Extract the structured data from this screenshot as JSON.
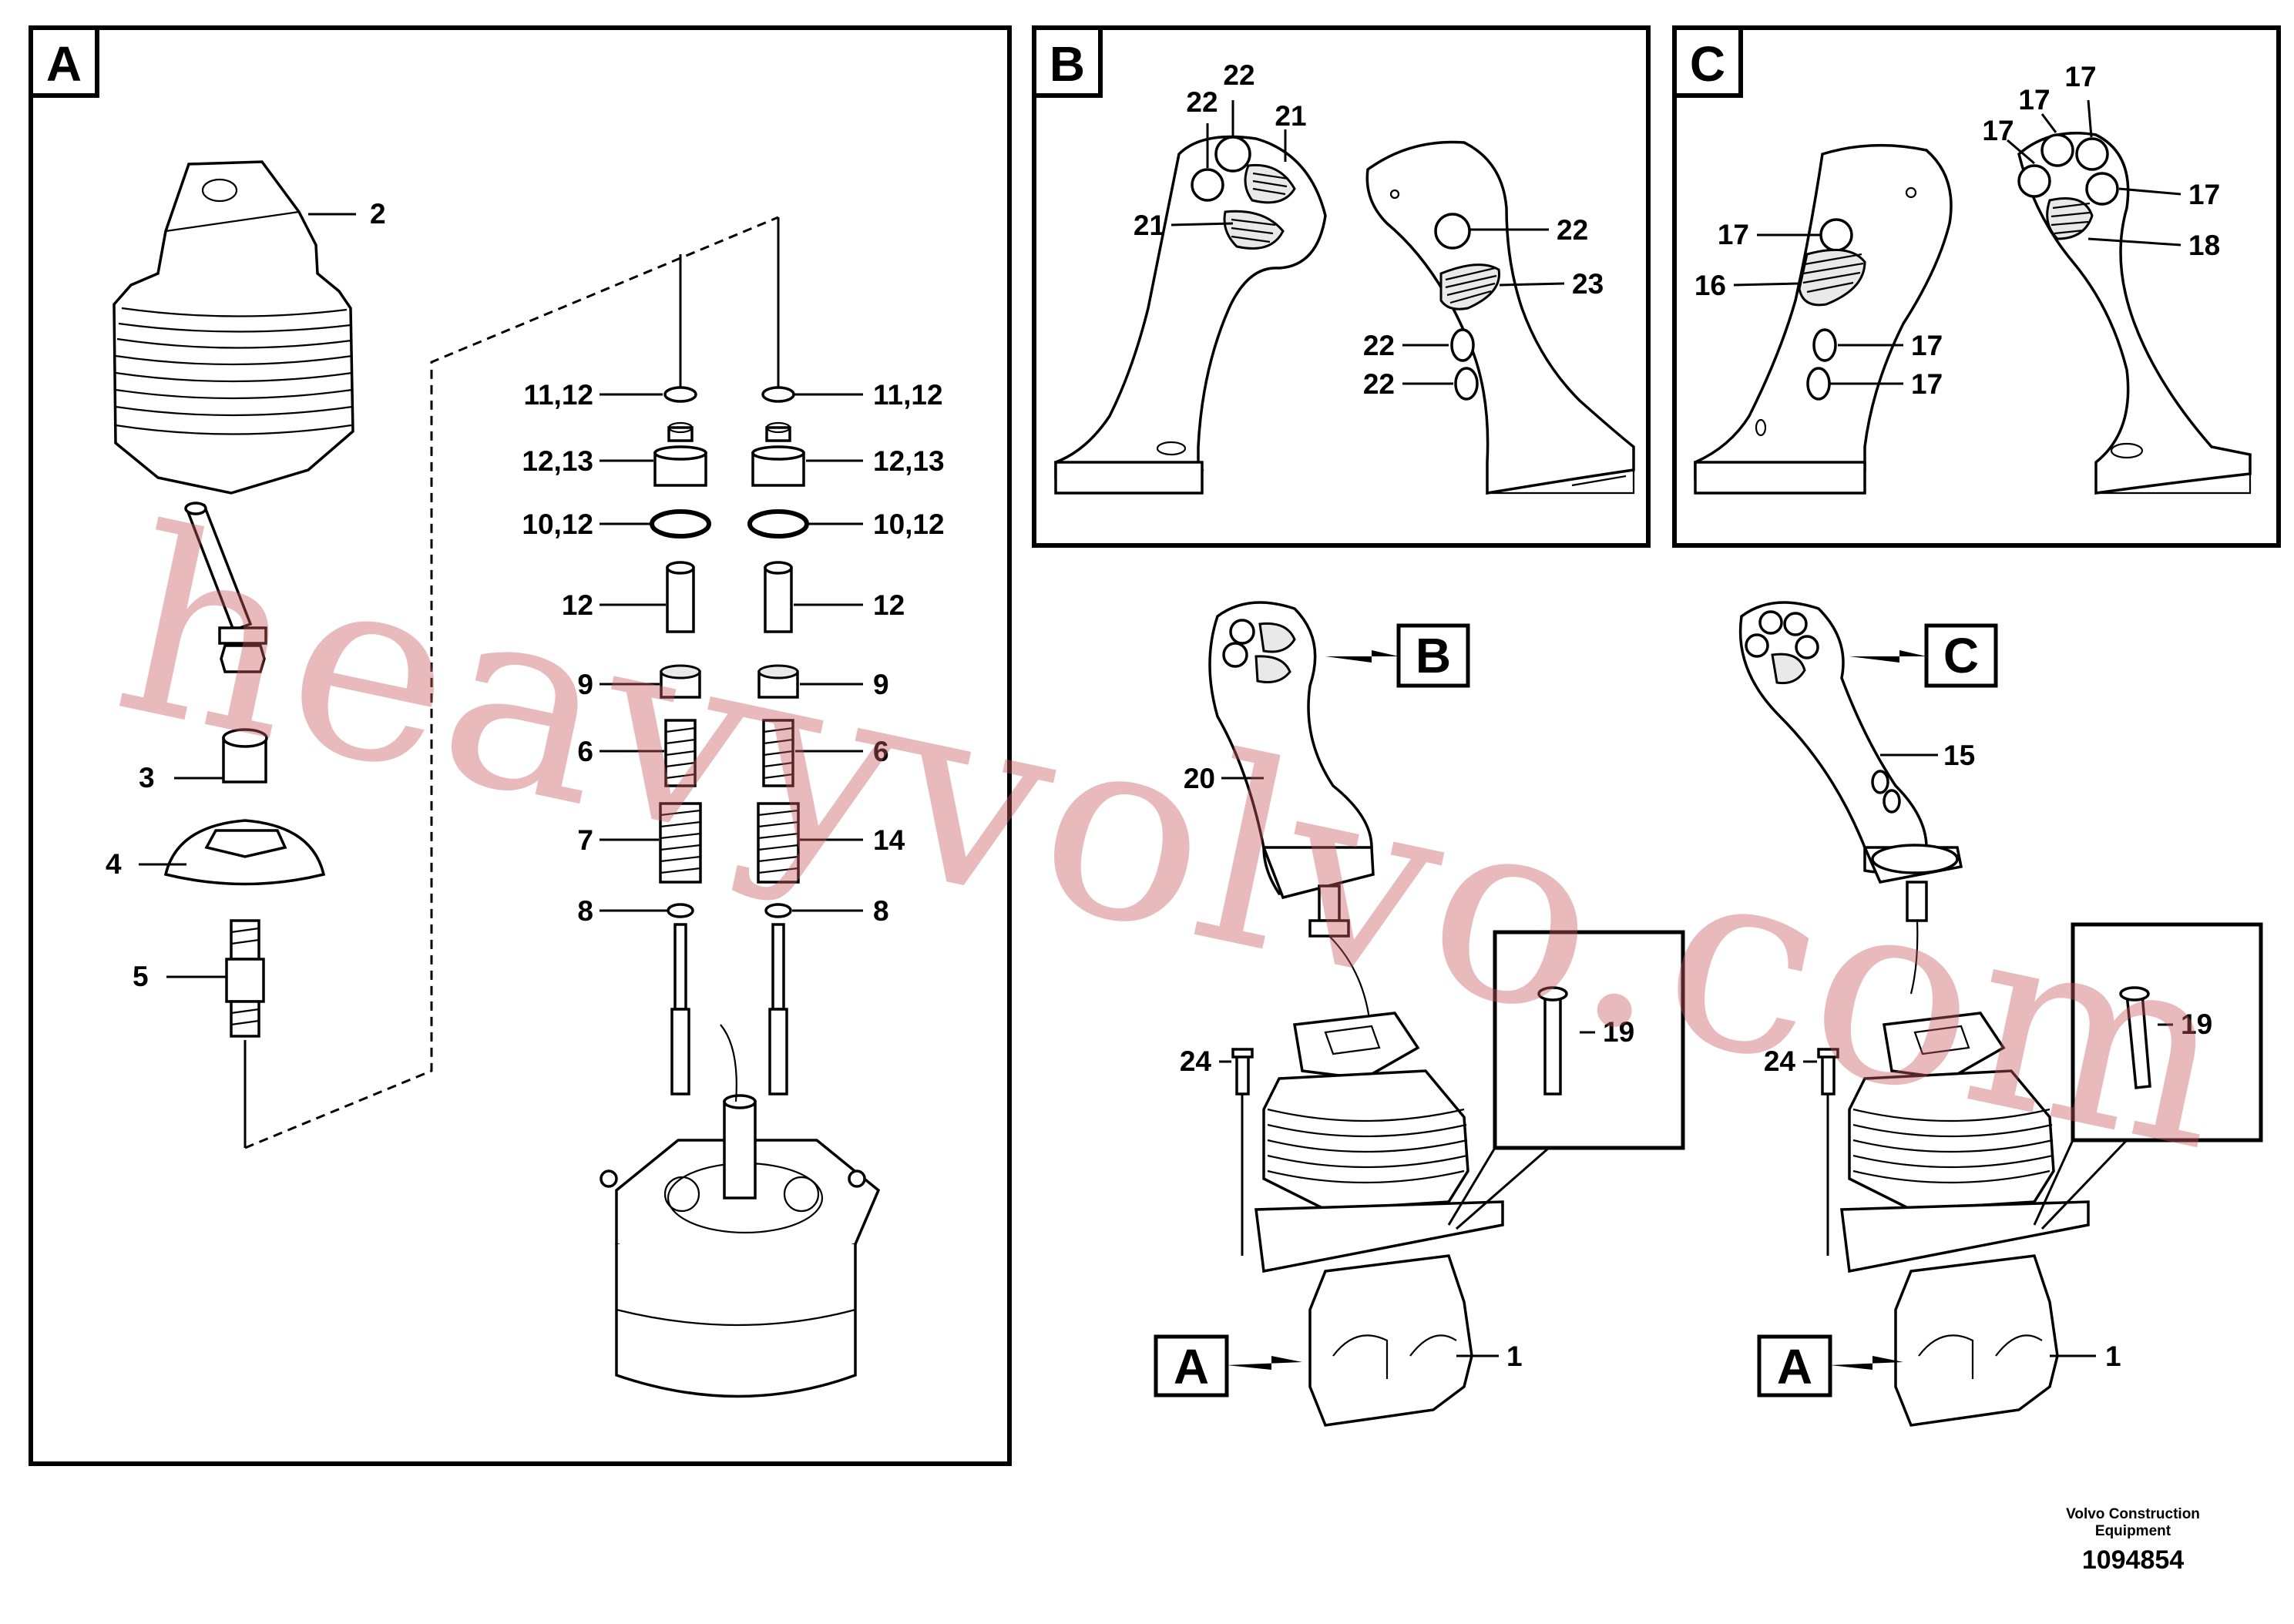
{
  "views": {
    "a": {
      "tag": "A"
    },
    "b": {
      "tag": "B"
    },
    "c": {
      "tag": "C"
    }
  },
  "callouts": {
    "a_2": "2",
    "a_3": "3",
    "a_4": "4",
    "a_5": "5",
    "a_11_12_l": "11,12",
    "a_12_13_l": "12,13",
    "a_10_12_l": "10,12",
    "a_12_l": "12",
    "a_9_l": "9",
    "a_6_l": "6",
    "a_7_l": "7",
    "a_8_l": "8",
    "a_11_12_r": "11,12",
    "a_12_13_r": "12,13",
    "a_10_12_r": "10,12",
    "a_12_r": "12",
    "a_9_r": "9",
    "a_6_r": "6",
    "a_14_r": "14",
    "a_8_r": "8",
    "b_22_a": "22",
    "b_22_b": "22",
    "b_21_a": "21",
    "b_21_b": "21",
    "b_22_c": "22",
    "b_23": "23",
    "b_22_d": "22",
    "b_22_e": "22",
    "c_17_a": "17",
    "c_17_b": "17",
    "c_17_c": "17",
    "c_17_d": "17",
    "c_17_e": "17",
    "c_18": "18",
    "c_16": "16",
    "c_17_f": "17",
    "c_17_g": "17",
    "m_b_ref": "B",
    "m_20": "20",
    "m_19": "19",
    "m_24": "24",
    "m_a_ref": "A",
    "m_1": "1",
    "r_c_ref": "C",
    "r_15": "15",
    "r_19": "19",
    "r_24": "24",
    "r_a_ref": "A",
    "r_1": "1"
  },
  "footer": {
    "maker_line1": "Volvo Construction",
    "maker_line2": "Equipment",
    "drawing_number": "1094854"
  },
  "watermark": {
    "text": "heavyvolvo.com",
    "color": "#c85a5f"
  }
}
